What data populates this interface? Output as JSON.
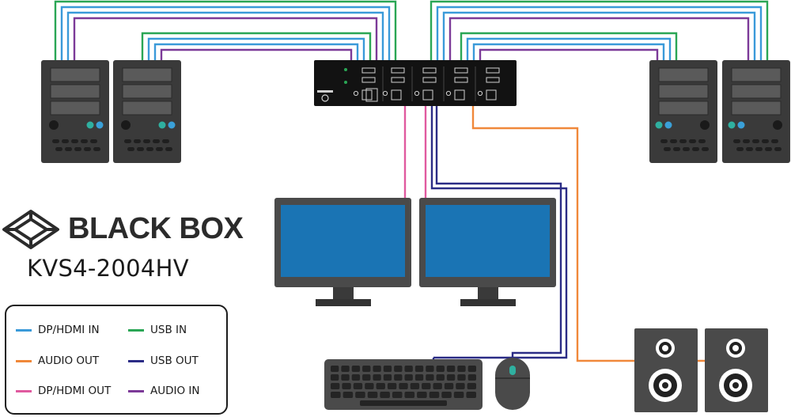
{
  "brand": {
    "name": "BLACK BOX",
    "model": "KVS4-2004HV"
  },
  "legend": {
    "items": [
      {
        "label": "DP/HDMI IN",
        "color": "#3a9ad9"
      },
      {
        "label": "USB IN",
        "color": "#2aa655"
      },
      {
        "label": "AUDIO OUT",
        "color": "#f0883a"
      },
      {
        "label": "USB OUT",
        "color": "#2b2c86"
      },
      {
        "label": "DP/HDMI OUT",
        "color": "#e05a9f"
      },
      {
        "label": "AUDIO IN",
        "color": "#7c3a98"
      }
    ]
  },
  "devices": {
    "computers": [
      "computer",
      "computer",
      "computer",
      "computer"
    ],
    "switch": "kvm-switch",
    "monitors": [
      "monitor",
      "monitor"
    ],
    "peripherals": [
      "keyboard",
      "mouse",
      "speaker",
      "speaker"
    ]
  },
  "colors": {
    "device_dark": "#3a3a3a",
    "device_mid": "#4a4a4a",
    "screen_blue": "#1a74b4",
    "switch_black": "#121212",
    "port_gray": "#d0d0d0"
  }
}
